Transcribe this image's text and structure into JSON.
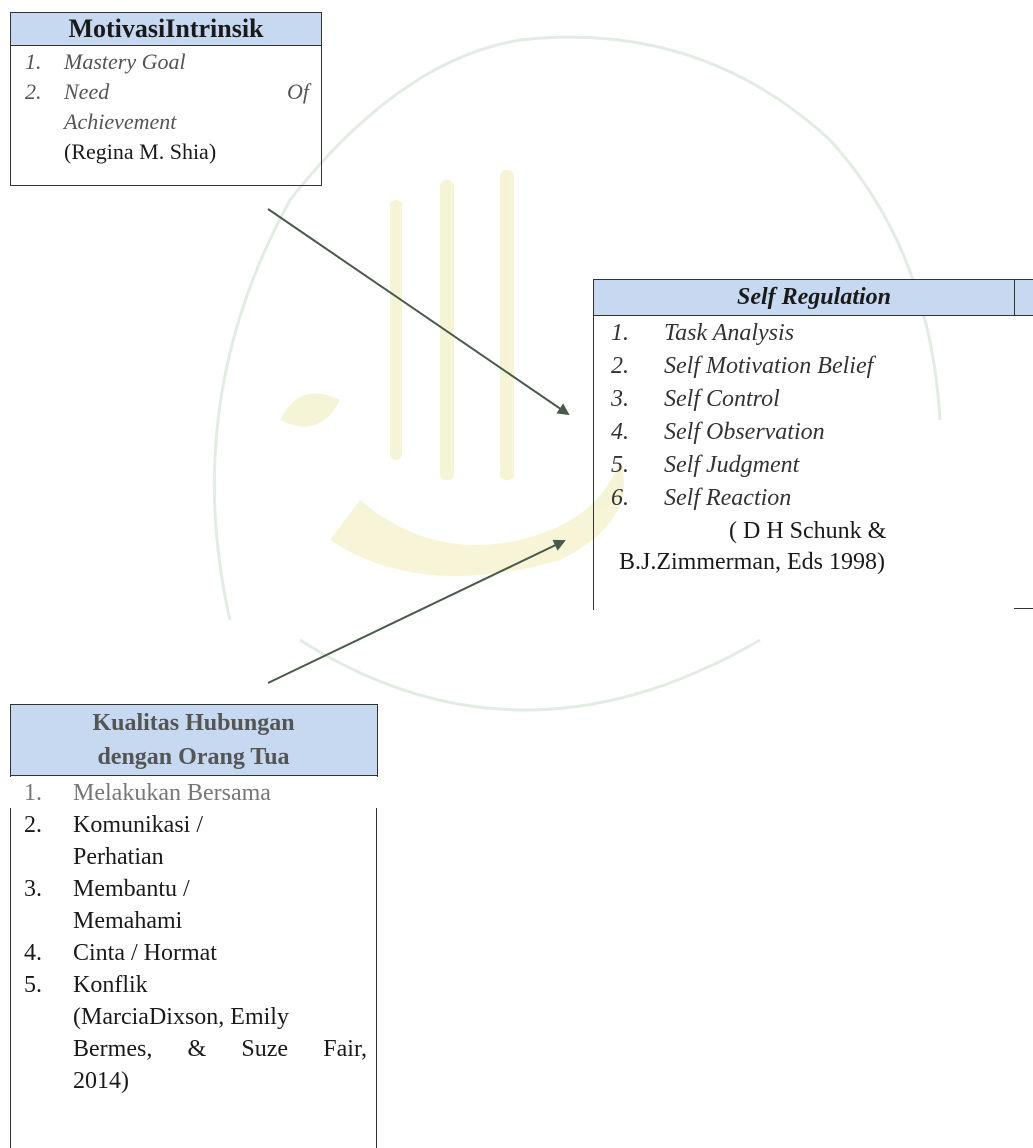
{
  "box_motivasi": {
    "title": "MotivasiIntrinsik",
    "items": [
      {
        "num": "1.",
        "text": "Mastery Goal"
      },
      {
        "num": "2.",
        "text_a": "Need",
        "text_b": "Of",
        "text_c": "Achievement"
      }
    ],
    "source": "(Regina M. Shia)"
  },
  "box_self": {
    "title": "Self Regulation",
    "items": [
      {
        "num": "1.",
        "text": "Task Analysis"
      },
      {
        "num": "2.",
        "text": "Self Motivation Belief"
      },
      {
        "num": "3.",
        "text": "Self Control"
      },
      {
        "num": "4.",
        "text": "Self Observation"
      },
      {
        "num": "5.",
        "text": "Self Judgment"
      },
      {
        "num": "6.",
        "text": "Self Reaction"
      }
    ],
    "source_line1": "( D H Schunk &",
    "source_line2": "B.J.Zimmerman, Eds 1998)"
  },
  "box_kualitas": {
    "title_line1": "Kualitas Hubungan",
    "title_line2": "dengan Orang Tua",
    "items": [
      {
        "num": "1.",
        "text": "Melakukan Bersama"
      },
      {
        "num": "2.",
        "line1": "Komunikasi /",
        "line2": "Perhatian"
      },
      {
        "num": "3.",
        "line1": "Membantu /",
        "line2": "Memahami"
      },
      {
        "num": "4.",
        "text": "Cinta / Hormat"
      },
      {
        "num": "5.",
        "line1": "Konflik",
        "line2": "(MarciaDixson, Emily",
        "line3a": "Bermes,",
        "line3b": "&",
        "line3c": "Suze",
        "line3d": "Fair,",
        "line4": "2014)"
      }
    ]
  },
  "colors": {
    "header_fill": "#c6d9f1",
    "arrow": "#4a5a4a",
    "watermark": "#e6efe6"
  }
}
